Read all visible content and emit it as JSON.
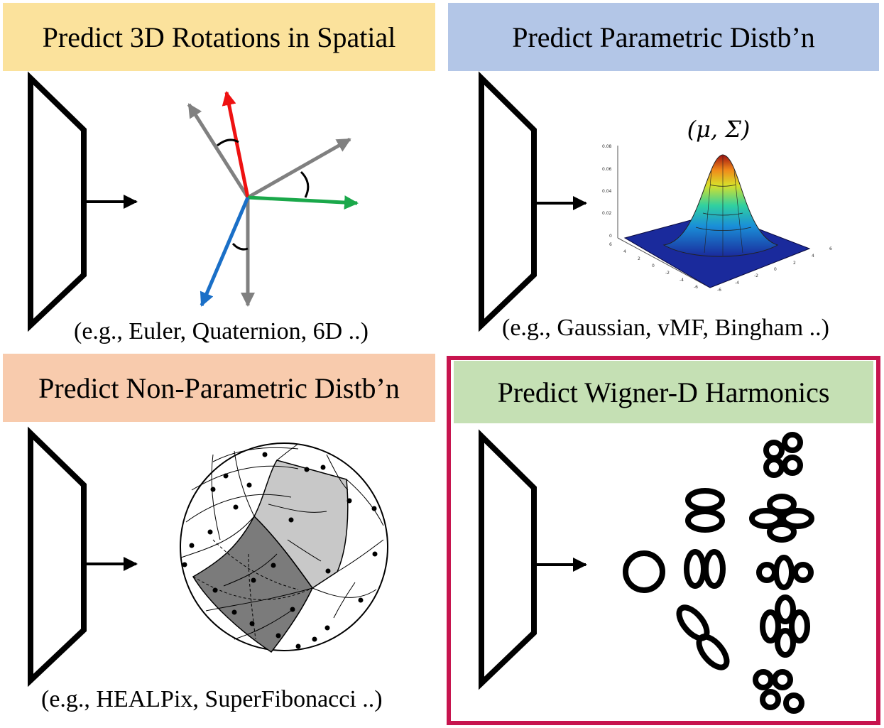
{
  "panels": {
    "spatial": {
      "title": "Predict 3D Rotations in Spatial",
      "caption": "(e.g., Euler, Quaternion, 6D ..)",
      "banner_color": "#fbe29c"
    },
    "parametric": {
      "title": "Predict Parametric Distb’n",
      "caption": "(e.g., Gaussian, vMF, Bingham ..)",
      "banner_color": "#b3c6e7",
      "params_label": "(μ, Σ)",
      "plot": {
        "z_ticks": [
          "0.08",
          "0.06",
          "0.04",
          "0.02",
          "0"
        ],
        "x_ticks": [
          "6",
          "4",
          "2",
          "0",
          "-2",
          "-4",
          "-6"
        ],
        "y_ticks": [
          "-6",
          "-4",
          "-2",
          "0",
          "2",
          "4",
          "6"
        ]
      }
    },
    "nonparametric": {
      "title": "Predict Non-Parametric Distb’n",
      "caption": "(e.g., HEALPix, SuperFibonacci ..)",
      "banner_color": "#f8cbad"
    },
    "wigner": {
      "title": "Predict Wigner-D Harmonics",
      "banner_color": "#c5e0b4",
      "highlight_color": "#c7144e"
    }
  },
  "icons": {
    "encoder": "trapezoid-encoder-icon",
    "arrow": "right-arrow-icon",
    "axes": "rotated-axes-icon",
    "gaussian": "gaussian-surface-icon",
    "sphere": "healpix-sphere-icon",
    "harmonics": "wigner-harmonics-icon"
  }
}
